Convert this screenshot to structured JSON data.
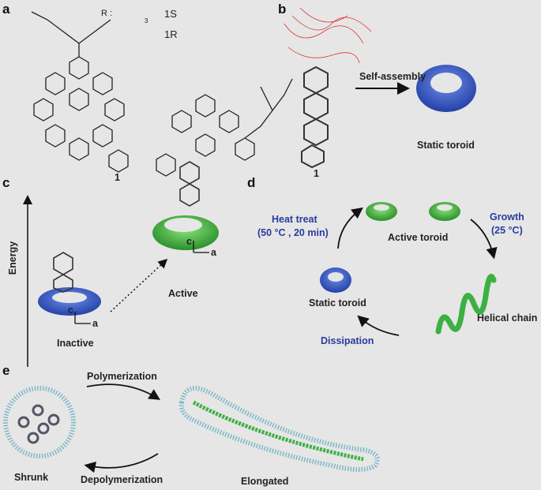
{
  "panels": {
    "a": {
      "letter": "a",
      "r_prefix": "R :",
      "isomers": [
        "1S",
        "1R"
      ],
      "subscript": "3",
      "compound": "1"
    },
    "b": {
      "letter": "b",
      "compound": "1",
      "arrow_label": "Self-assembly",
      "product": "Static toroid"
    },
    "c": {
      "letter": "c",
      "axis_label": "Energy",
      "inactive": "Inactive",
      "active": "Active",
      "axis_c": "c",
      "axis_a": "a"
    },
    "d": {
      "letter": "d",
      "active_toroid": "Active toroid",
      "growth": "Growth",
      "growth_temp": "(25 °C)",
      "helical_chain": "Helical chain",
      "dissipation": "Dissipation",
      "static_toroid": "Static toroid",
      "heat_treat": "Heat treat",
      "heat_conditions": "(50 °C , 20 min)"
    },
    "e": {
      "letter": "e",
      "polymerization": "Polymerization",
      "depolymerization": "Depolymerization",
      "shrunk": "Shrunk",
      "elongated": "Elongated"
    }
  },
  "colors": {
    "blue_toroid": "#3a5fc8",
    "green_toroid": "#3cb043",
    "label_blue": "#2a3c9e"
  }
}
